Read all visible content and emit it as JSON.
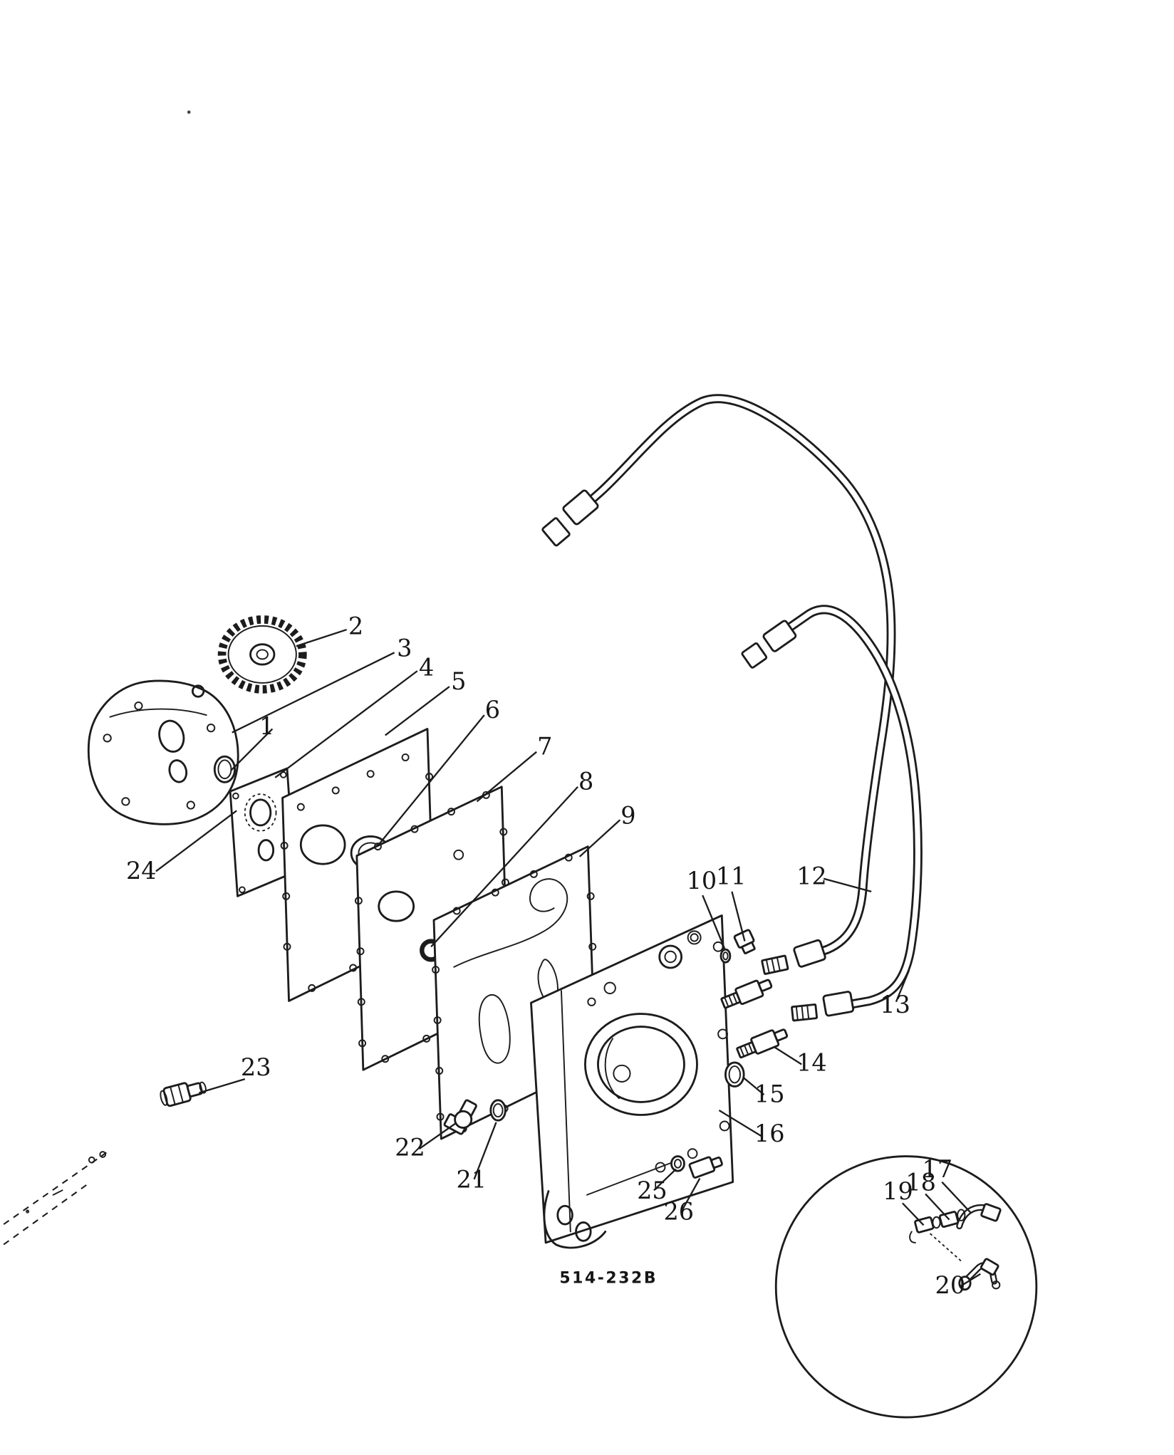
{
  "figure": {
    "code": "514-232B",
    "description_visible_text_only": ""
  },
  "colors": {
    "ink": "#1c1c1c",
    "paper": "#ffffff"
  },
  "callouts": [
    {
      "label": "1"
    },
    {
      "label": "2"
    },
    {
      "label": "3"
    },
    {
      "label": "4"
    },
    {
      "label": "5"
    },
    {
      "label": "6"
    },
    {
      "label": "7"
    },
    {
      "label": "8"
    },
    {
      "label": "9"
    },
    {
      "label": "10"
    },
    {
      "label": "11"
    },
    {
      "label": "12"
    },
    {
      "label": "13"
    },
    {
      "label": "14"
    },
    {
      "label": "15"
    },
    {
      "label": "16"
    },
    {
      "label": "17"
    },
    {
      "label": "18"
    },
    {
      "label": "19"
    },
    {
      "label": "20"
    },
    {
      "label": "21"
    },
    {
      "label": "22"
    },
    {
      "label": "23"
    },
    {
      "label": "24"
    },
    {
      "label": "25"
    },
    {
      "label": "26"
    }
  ]
}
